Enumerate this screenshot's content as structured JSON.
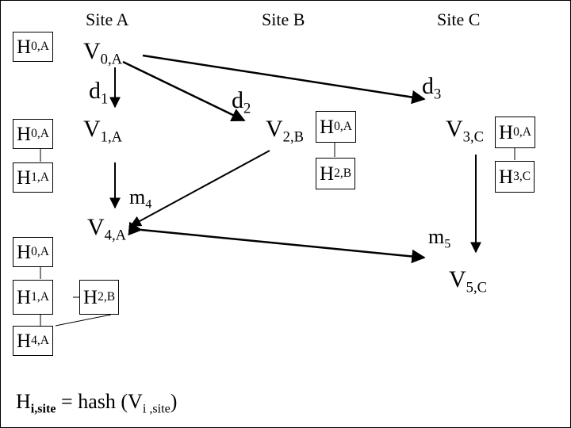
{
  "sites": {
    "a": "Site A",
    "b": "Site B",
    "c": "Site C"
  },
  "versions": {
    "v0a": {
      "base": "V",
      "sub": "0,A"
    },
    "v1a": {
      "base": "V",
      "sub": "1,A"
    },
    "v2b": {
      "base": "V",
      "sub": "2,B"
    },
    "v3c": {
      "base": "V",
      "sub": "3,C"
    },
    "v4a": {
      "base": "V",
      "sub": "4,A"
    },
    "v5c": {
      "base": "V",
      "sub": "5,C"
    }
  },
  "deltas": {
    "d1": {
      "base": "d",
      "sub": "1"
    },
    "d2": {
      "base": "d",
      "sub": "2"
    },
    "d3": {
      "base": "d",
      "sub": "3"
    }
  },
  "merges": {
    "m4": {
      "base": "m",
      "sub": "4"
    },
    "m5": {
      "base": "m",
      "sub": "5"
    }
  },
  "hashes": {
    "h0a_1": {
      "base": "H",
      "sub": "0,A"
    },
    "h0a_2": {
      "base": "H",
      "sub": "0,A"
    },
    "h1a_2": {
      "base": "H",
      "sub": "1,A"
    },
    "h0a_3": {
      "base": "H",
      "sub": "0,A"
    },
    "h1a_3": {
      "base": "H",
      "sub": "1,A"
    },
    "h2b_3": {
      "base": "H",
      "sub": "2,B"
    },
    "h4a_3": {
      "base": "H",
      "sub": "4,A"
    },
    "h0a_b": {
      "base": "H",
      "sub": "0,A"
    },
    "h2b_b": {
      "base": "H",
      "sub": "2,B"
    },
    "h0a_c": {
      "base": "H",
      "sub": "0,A"
    },
    "h3c_c": {
      "base": "H",
      "sub": "3,C"
    }
  },
  "formula": {
    "lhs_base": "H",
    "lhs_sub": "i,site",
    "eq": " = hash (V",
    "arg_sub": "i ,site",
    "close": ")"
  }
}
